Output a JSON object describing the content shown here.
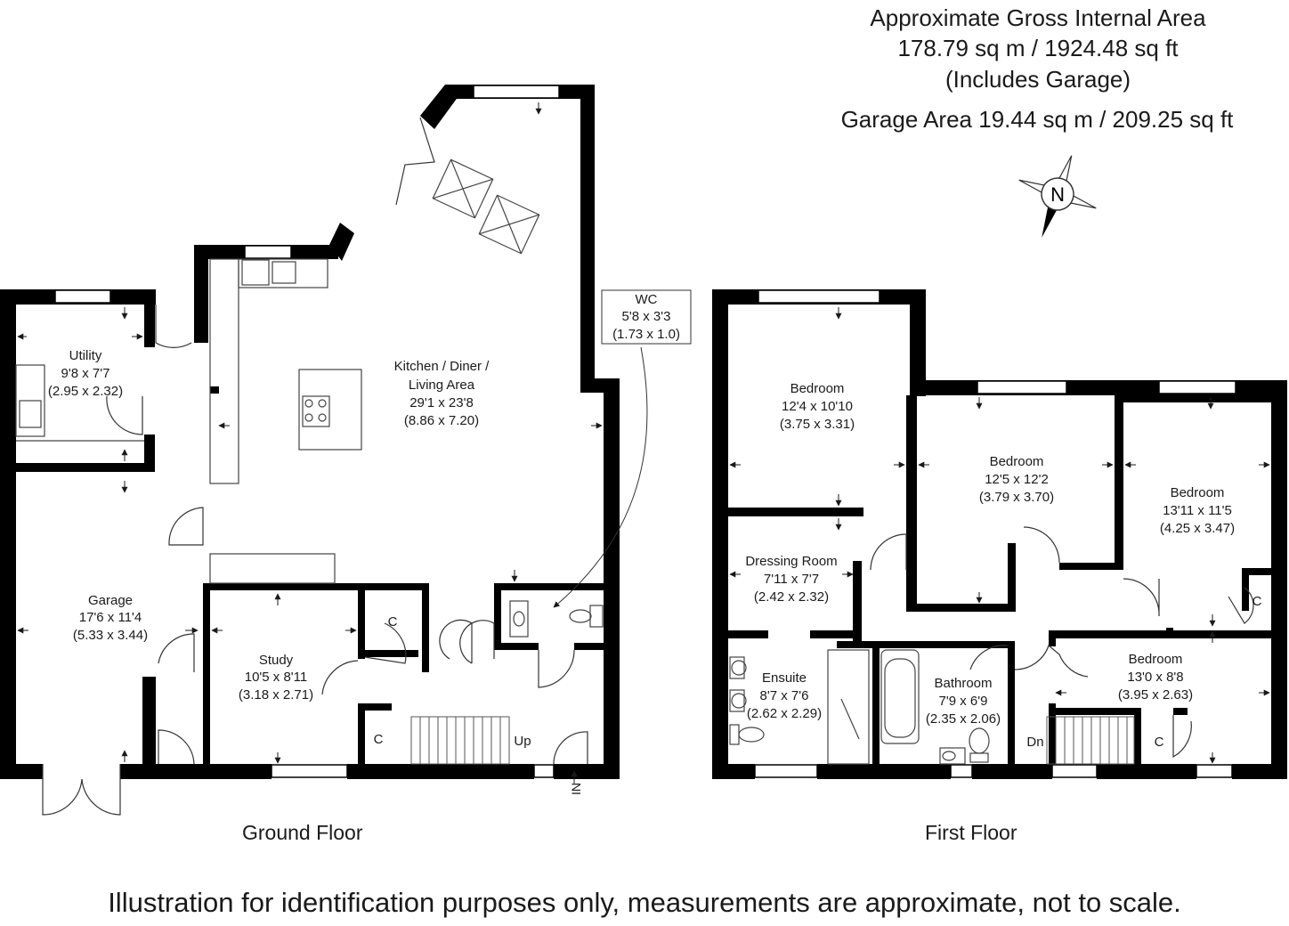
{
  "header": {
    "area_title": "Approximate Gross Internal Area",
    "area_total": "178.79 sq m / 1924.48 sq ft",
    "area_note": "(Includes Garage)",
    "garage_area": "Garage Area 19.44 sq m / 209.25 sq ft"
  },
  "compass": {
    "letter": "N",
    "icon": "north-compass-icon"
  },
  "ground_floor": {
    "label": "Ground Floor",
    "rooms": {
      "utility": {
        "name": "Utility",
        "size_imperial": "9'8 x 7'7",
        "size_metric": "(2.95 x 2.32)"
      },
      "garage": {
        "name": "Garage",
        "size_imperial": "17'6 x 11'4",
        "size_metric": "(5.33 x 3.44)"
      },
      "kitchen": {
        "name_line1": "Kitchen / Diner /",
        "name_line2": "Living Area",
        "size_imperial": "29'1 x 23'8",
        "size_metric": "(8.86 x 7.20)"
      },
      "wc": {
        "name": "WC",
        "size_imperial": "5'8 x 3'3",
        "size_metric": "(1.73 x 1.0)"
      },
      "study": {
        "name": "Study",
        "size_imperial": "10'5 x 8'11",
        "size_metric": "(3.18 x 2.71)"
      }
    },
    "cupboard_1": "C",
    "cupboard_2": "C",
    "stairs_label": "Up",
    "entrance_label": "IN"
  },
  "first_floor": {
    "label": "First Floor",
    "rooms": {
      "bedroom1": {
        "name": "Bedroom",
        "size_imperial": "12'4 x 10'10",
        "size_metric": "(3.75 x 3.31)"
      },
      "bedroom2": {
        "name": "Bedroom",
        "size_imperial": "12'5 x 12'2",
        "size_metric": "(3.79 x 3.70)"
      },
      "bedroom3": {
        "name": "Bedroom",
        "size_imperial": "13'11 x 11'5",
        "size_metric": "(4.25 x 3.47)"
      },
      "dressing": {
        "name": "Dressing Room",
        "size_imperial": "7'11 x 7'7",
        "size_metric": "(2.42 x 2.32)"
      },
      "ensuite": {
        "name": "Ensuite",
        "size_imperial": "8'7 x 7'6",
        "size_metric": "(2.62 x 2.29)"
      },
      "bathroom": {
        "name": "Bathroom",
        "size_imperial": "7'9 x 6'9",
        "size_metric": "(2.35 x 2.06)"
      },
      "bedroom4": {
        "name": "Bedroom",
        "size_imperial": "13'0 x 8'8",
        "size_metric": "(3.95 x 2.63)"
      }
    },
    "cupboard_1": "C",
    "cupboard_2": "C",
    "stairs_label": "Dn"
  },
  "disclaimer": "Illustration for identification purposes only, measurements are approximate, not to scale."
}
